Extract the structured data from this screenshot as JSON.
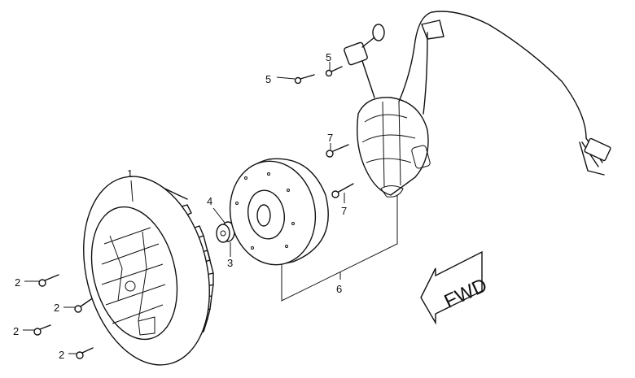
{
  "title": "Flywheel / Generator Exploded View",
  "callouts": {
    "part1": "1",
    "part2": [
      "2",
      "2",
      "2",
      "2"
    ],
    "part3": "3",
    "part4": "4",
    "part5": [
      "5",
      "5"
    ],
    "part6": "6",
    "part7": [
      "7",
      "7"
    ]
  },
  "direction_arrow": "FWD",
  "colors": {
    "line": "#111111",
    "background": "#ffffff"
  }
}
